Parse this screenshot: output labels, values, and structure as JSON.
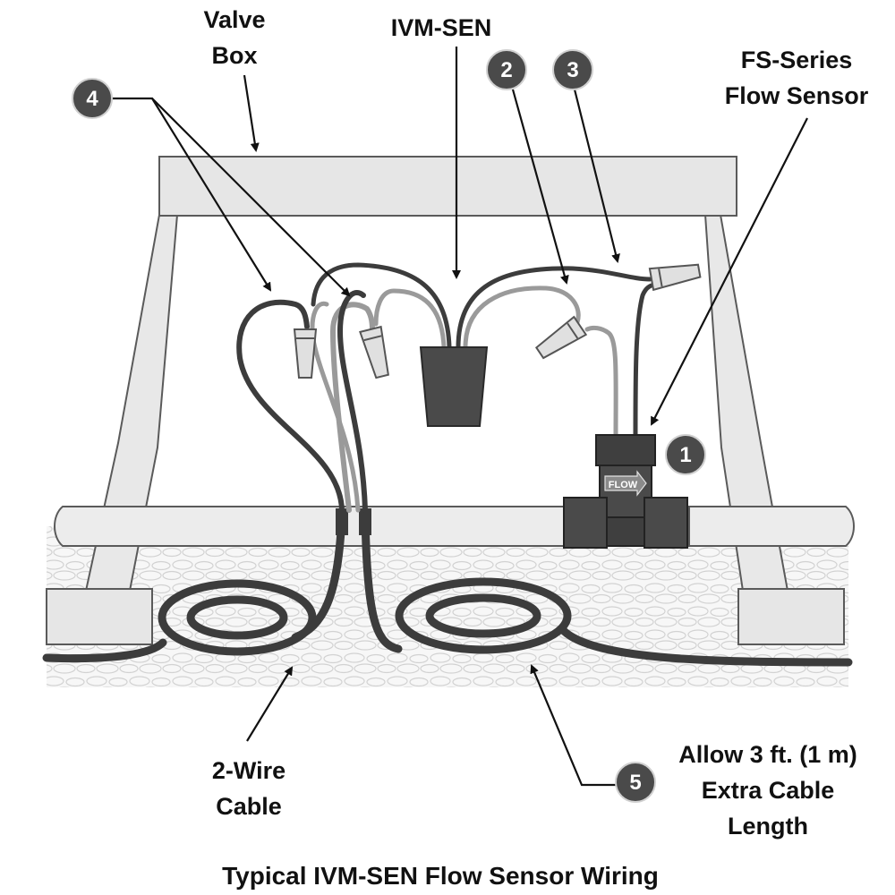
{
  "labels": {
    "valve_box_1": "Valve",
    "valve_box_2": "Box",
    "ivm_sen": "IVM-SEN",
    "fs_series_1": "FS-Series",
    "fs_series_2": "Flow Sensor",
    "two_wire_1": "2-Wire",
    "two_wire_2": "Cable",
    "allow_1": "Allow 3 ft. (1 m)",
    "allow_2": "Extra Cable",
    "allow_3": "Length"
  },
  "callouts": {
    "c1": "1",
    "c2": "2",
    "c3": "3",
    "c4": "4",
    "c5": "5"
  },
  "sensor": {
    "flow_text": "FLOW"
  },
  "caption": "Typical IVM-SEN Flow Sensor Wiring",
  "colors": {
    "box_fill": "#e6e6e6",
    "outline": "#555555",
    "cable_dark": "#3c3c3c",
    "cable_light": "#9a9a9a",
    "callout_bg": "#4a4a4a"
  }
}
